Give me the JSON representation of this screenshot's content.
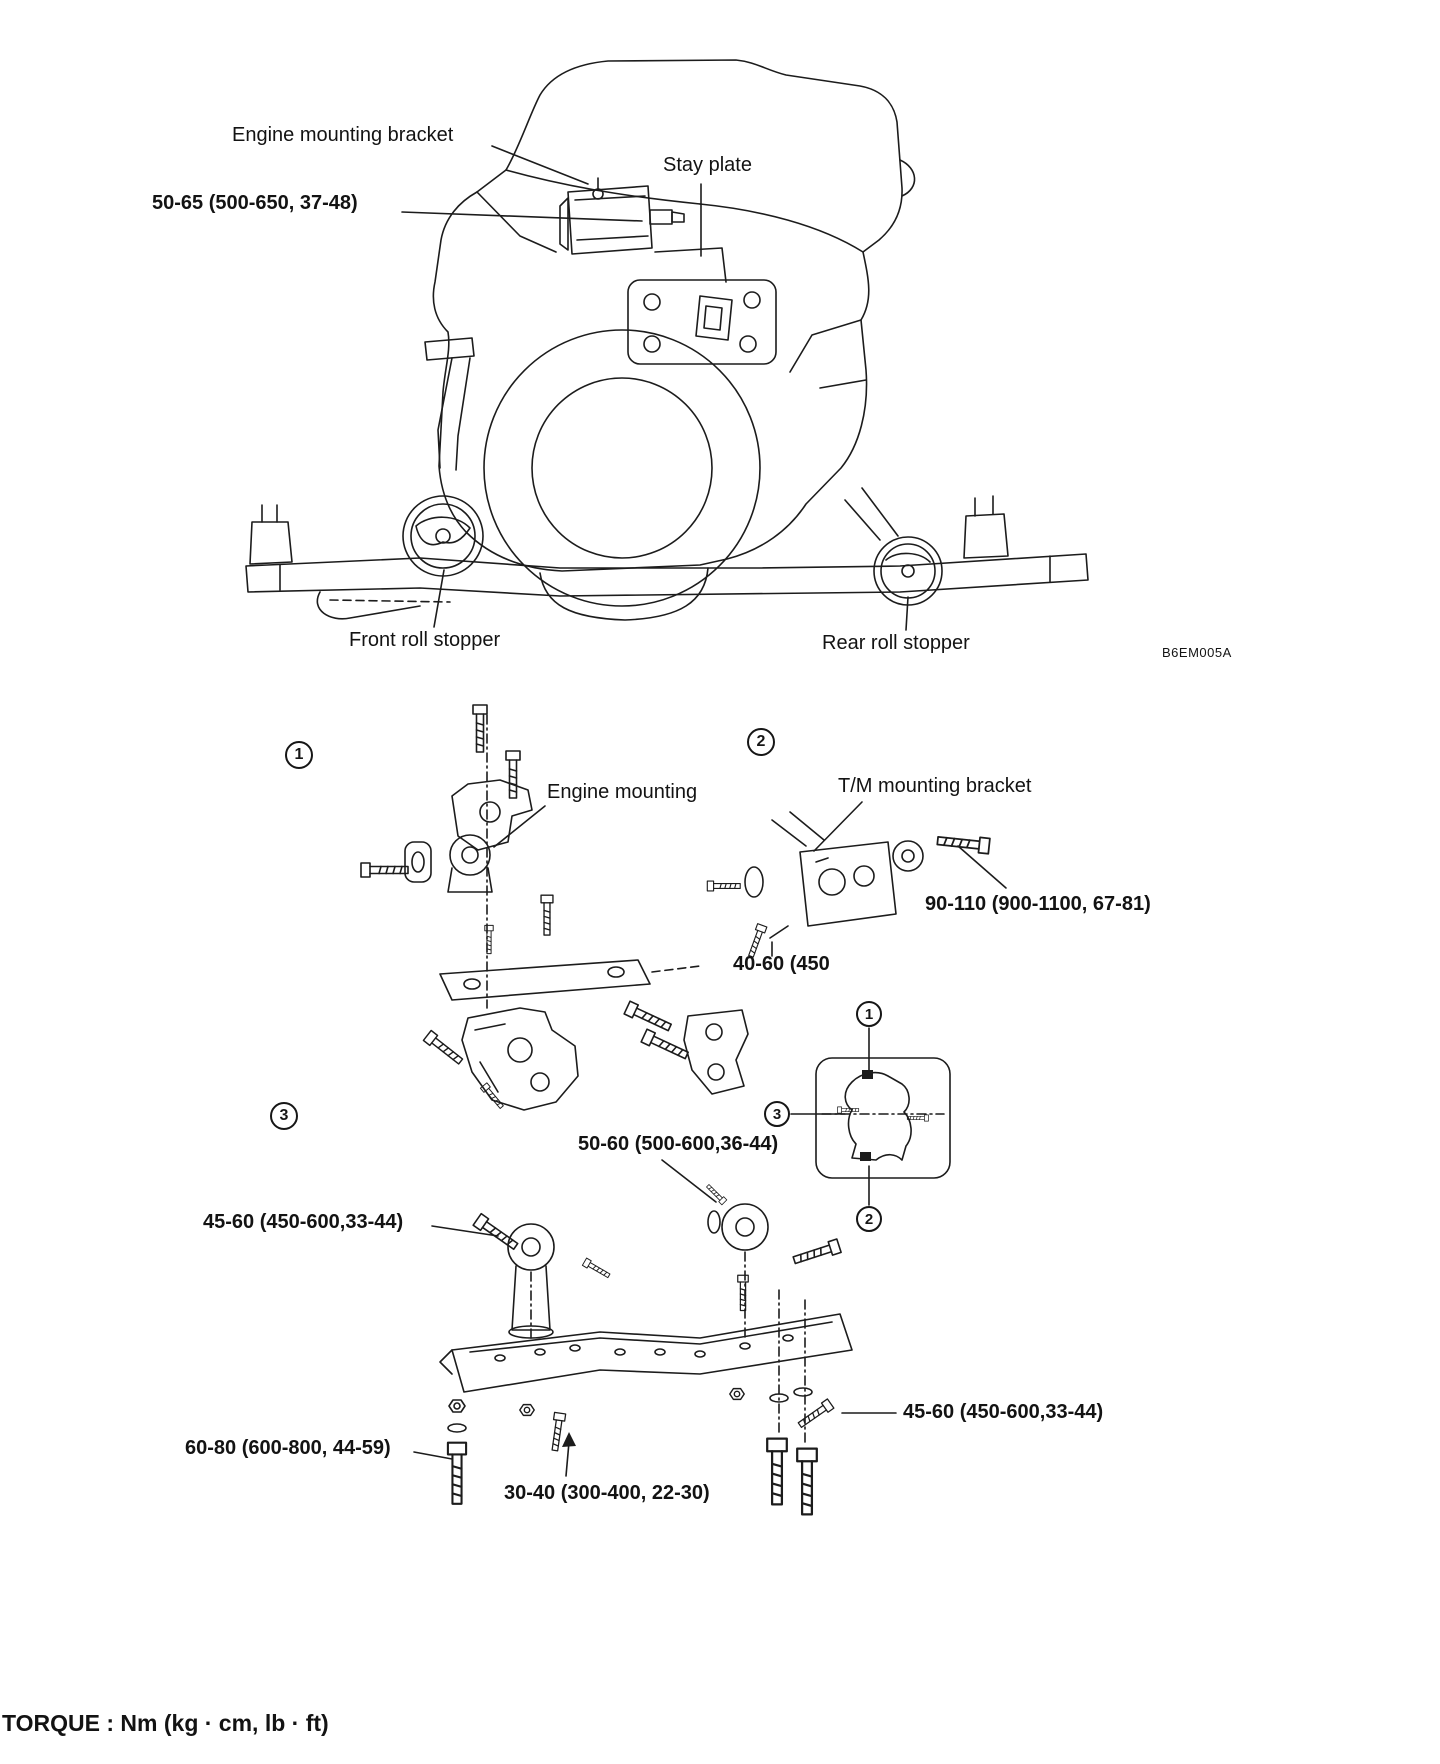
{
  "doc": {
    "ref_code": "B6EM005A",
    "torque_note": "TORQUE : Nm (kg · cm, lb · ft)"
  },
  "side_view": {
    "engine_mounting_bracket_label": "Engine mounting bracket",
    "stay_plate_label": "Stay plate",
    "front_roll_stopper_label": "Front roll stopper",
    "rear_roll_stopper_label": "Rear roll stopper",
    "torque_engine_mounting_bracket": "50-65 (500-650, 37-48)"
  },
  "exploded": {
    "callouts": {
      "one": "1",
      "two": "2",
      "three": "3"
    },
    "engine_mounting_label": "Engine mounting",
    "tm_mounting_bracket_label": "T/M mounting bracket",
    "torque_tm_through_bolt": "90-110 (900-1100, 67-81)",
    "torque_tm_bracket_partial": "40-60 (450",
    "torque_rear_stopper_bolt": "50-60 (500-600,36-44)",
    "torque_front_stopper_bolt": "45-60 (450-600,33-44)",
    "torque_crossmember_rear_bolt": "45-60 (450-600,33-44)",
    "torque_crossmember_front_bolt": "60-80 (600-800, 44-59)",
    "torque_crossmember_center_bolt": "30-40 (300-400, 22-30)",
    "inset_callouts": {
      "one": "1",
      "two": "2",
      "three": "3"
    }
  }
}
